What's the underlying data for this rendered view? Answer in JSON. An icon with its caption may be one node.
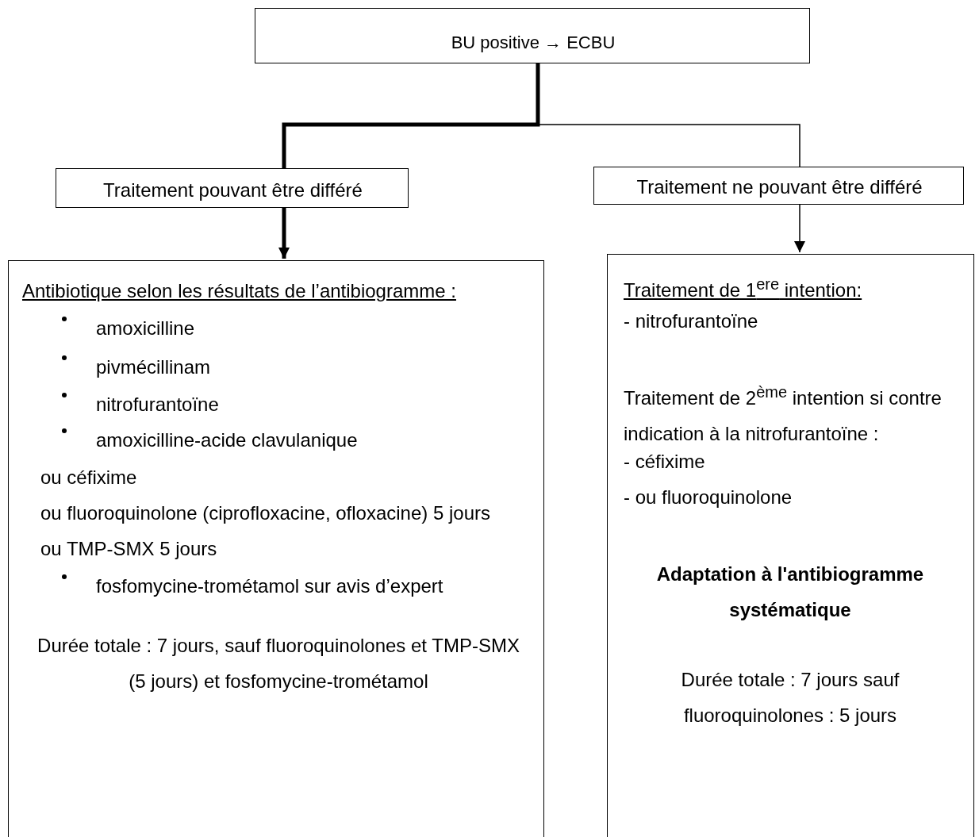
{
  "diagram": {
    "nodes": [
      {
        "text": [
          "BU positive  → ECBU"
        ]
      },
      {
        "text": [
          "Traitement pouvant être différé"
        ]
      },
      {
        "text": [
          "Traitement ne pouvant être différé"
        ]
      },
      {
        "text": [
          "Antibiotique selon les résultats de l’antibiogramme :",
          "amoxicilline",
          "pivmécillinam",
          "nitrofurantoïne",
          "amoxicilline-acide clavulanique",
          "ou céfixime",
          "ou fluoroquinolone (ciprofloxacine, ofloxacine) 5 jours",
          "ou TMP-SMX 5 jours",
          "fosfomycine-trométamol sur avis d’expert",
          "Durée totale : 7 jours, sauf fluoroquinolones et TMP-SMX (5 jours) et fosfomycine-trométamol"
        ]
      },
      {
        "text": [
          "Traitement de 1$^{ere}$ intention:",
          "- nitrofurantoïne",
          "Traitement de 2$^{ème}$ intention si contre indication à la nitrofurantoïne :",
          "- céfixime",
          "- ou fluoroquinolone",
          "Adaptation à l'antibiogramme systématique",
          "Durée totale : 7 jours sauf fluoroquinolones : 5 jours"
        ]
      }
    ],
    "edges": [
      {
        "from": 0,
        "to": 1,
        "arrow": "none",
        "style": "thick"
      },
      {
        "from": 0,
        "to": 2,
        "arrow": "none"
      },
      {
        "from": 1,
        "to": 3,
        "arrow": "to",
        "style": "thick"
      },
      {
        "from": 2,
        "to": 4,
        "arrow": "to"
      }
    ]
  }
}
